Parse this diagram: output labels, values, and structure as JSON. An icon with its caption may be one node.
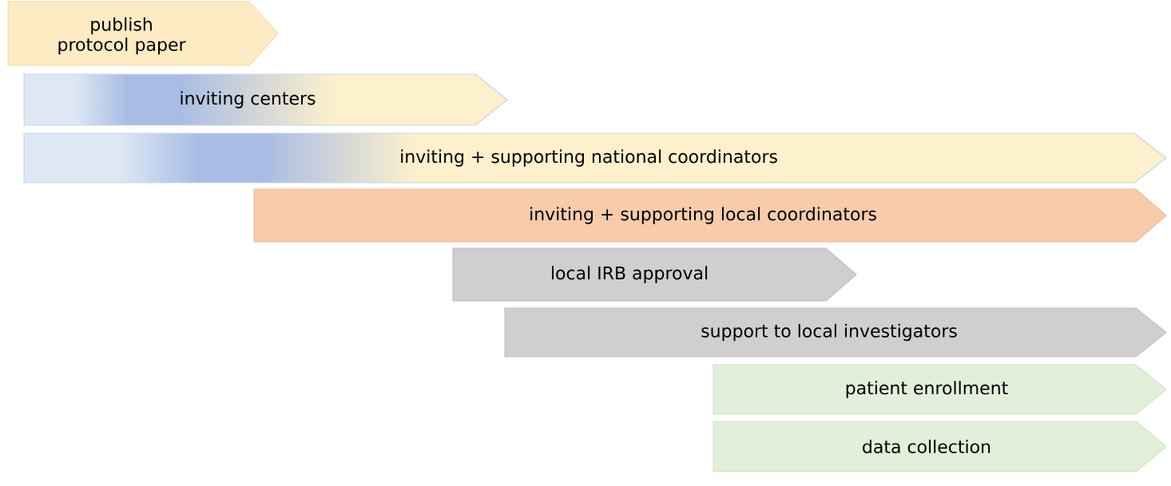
{
  "diagram": {
    "nodes": [
      {
        "text": [
          "publish protocol paper"
        ]
      },
      {
        "text": [
          "inviting centers"
        ]
      },
      {
        "text": [
          "inviting + supporting national coordinators"
        ]
      },
      {
        "text": [
          "inviting + supporting local coordinators"
        ]
      },
      {
        "text": [
          "local IRB approval"
        ]
      },
      {
        "text": [
          "support to local investigators"
        ]
      },
      {
        "text": [
          "patient enrollment"
        ]
      },
      {
        "text": [
          "data collection"
        ]
      }
    ]
  }
}
